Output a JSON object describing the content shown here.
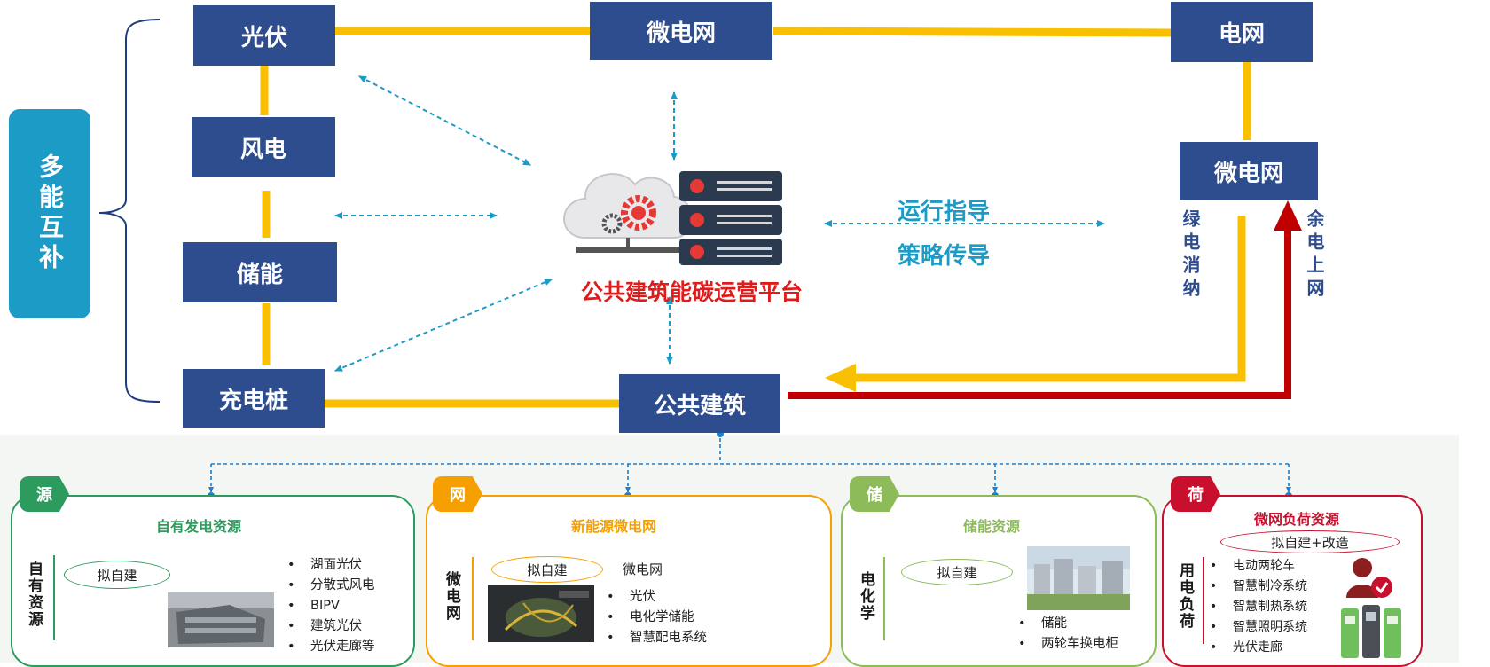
{
  "colors": {
    "box_navy": "#2e4d8f",
    "line_yellow": "#f8c000",
    "arrow_red": "#c00000",
    "arrow_blue": "#1c9bc7",
    "platform_red": "#e01b1b",
    "src_green": "#2e9b5e",
    "grid_orange": "#f5a000",
    "storage_green": "#8dbb5a",
    "load_red": "#c8102e"
  },
  "top": {
    "side_tag": "多能互补",
    "sources": [
      "光伏",
      "风电",
      "储能",
      "充电桩"
    ],
    "microgrid": "微电网",
    "grid": "电网",
    "right_microgrid": "微电网",
    "public_building": "公共建筑",
    "platform_title": "公共建筑能碳运营平台",
    "guide_1": "运行指导",
    "guide_2": "策略传导",
    "left_vertical": "绿电消纳",
    "right_vertical": "余电上网"
  },
  "panels": [
    {
      "tag": "源",
      "title": "自有发电资源",
      "vertical": "自有资源",
      "pill": "拟自建",
      "items": [
        "湖面光伏",
        "分散式风电",
        "BIPV",
        "建筑光伏",
        "光伏走廊等"
      ]
    },
    {
      "tag": "网",
      "title": "新能源微电网",
      "vertical": "微电网",
      "pill": "拟自建",
      "pill_note": "微电网",
      "items": [
        "光伏",
        "电化学储能",
        "智慧配电系统"
      ]
    },
    {
      "tag": "储",
      "title": "储能资源",
      "vertical": "电化学",
      "pill": "拟自建",
      "items": [
        "储能",
        "两轮车换电柜"
      ]
    },
    {
      "tag": "荷",
      "title": "微网负荷资源",
      "vertical": "用电负荷",
      "pill": "拟自建+改造",
      "items": [
        "电动两轮车",
        "智慧制冷系统",
        "智慧制热系统",
        "智慧照明系统",
        "光伏走廊"
      ]
    }
  ],
  "icons": [
    "cloud-server-icon",
    "gear-icon",
    "user-check-icon",
    "charging-pile-icon"
  ]
}
